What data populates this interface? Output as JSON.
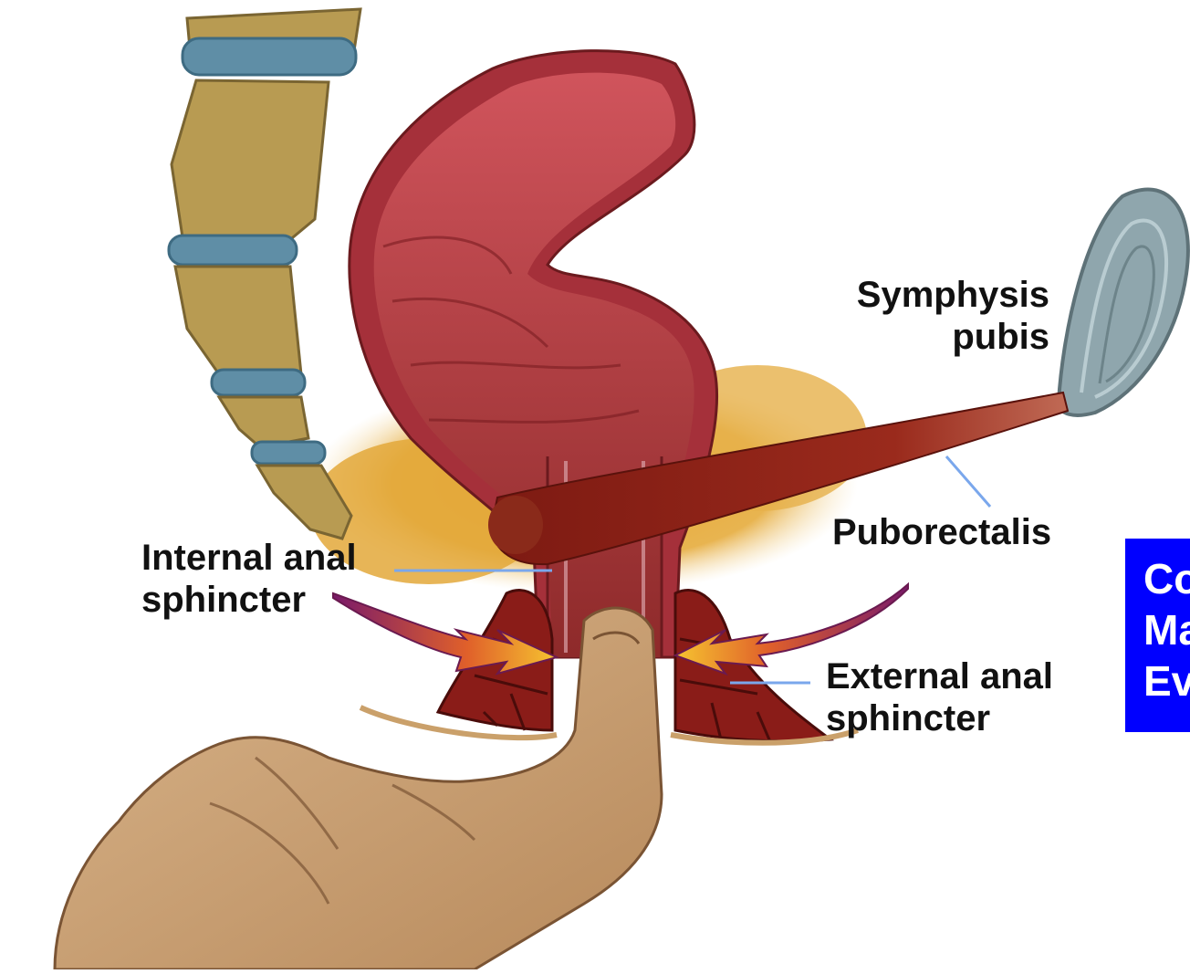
{
  "labels": {
    "symphysis": [
      "Symphysis",
      "pubis"
    ],
    "puborectalis": "Puborectalis",
    "internal": [
      "Internal anal",
      "sphincter"
    ],
    "external": [
      "External anal",
      "sphincter"
    ]
  },
  "box": {
    "lines": [
      "Co",
      "Ma",
      "Ev"
    ],
    "color": "#0000ff"
  },
  "colors": {
    "bone": "#b89b52",
    "disc": "#5f8ea6",
    "rectum_wall": "#a5303a",
    "mucosa": "#c84550",
    "muscle": "#8a1c18",
    "fat": "#e2a432",
    "skin": "#c59c6e",
    "pubis": "#8fa6ad",
    "leader": "#7aa7ec"
  }
}
